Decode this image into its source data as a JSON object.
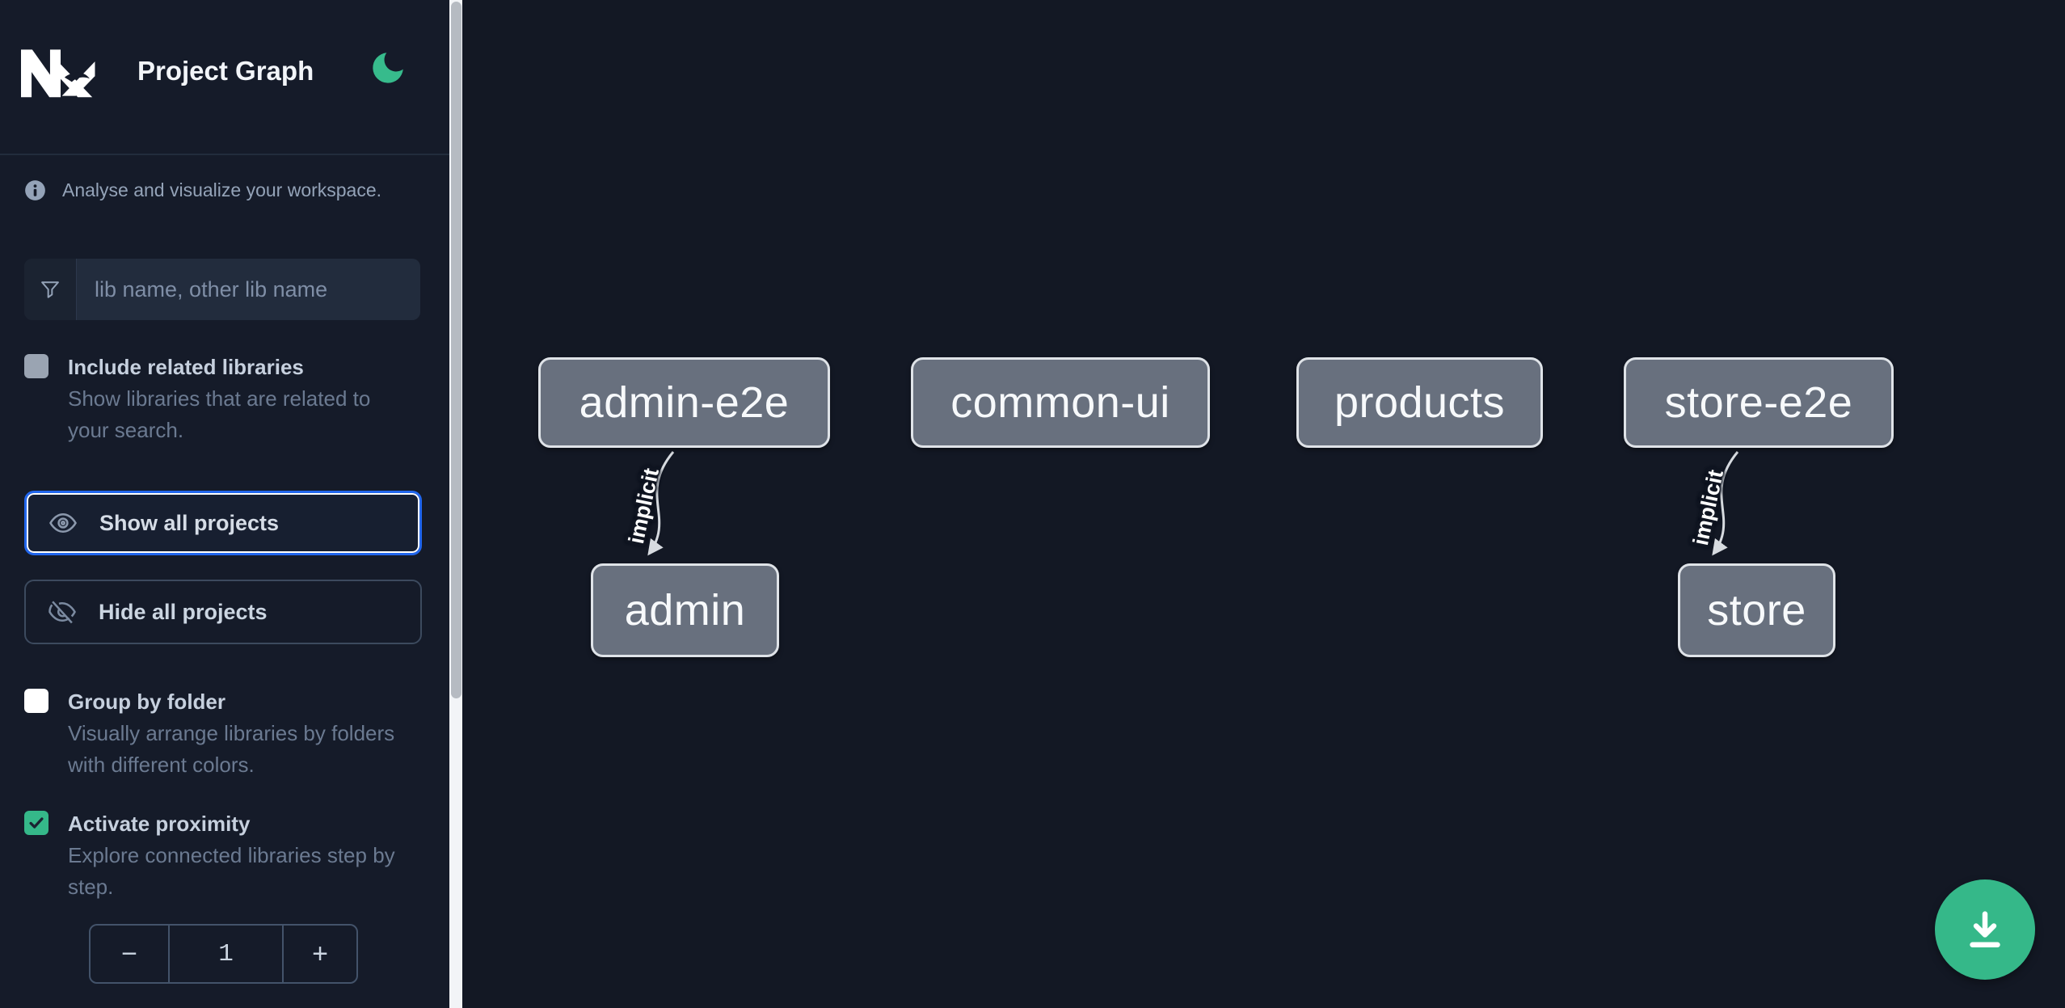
{
  "app": {
    "title": "Project Graph",
    "subtitle": "Analyse and visualize your workspace.",
    "accent_green": "#35b889",
    "focus_blue": "#2166ec"
  },
  "sidebar": {
    "search": {
      "placeholder": "lib name, other lib name"
    },
    "toggles": [
      {
        "label": "Include related libraries",
        "description": "Show libraries that are related to your search.",
        "checked": false
      },
      {
        "label": "Group by folder",
        "description": "Visually arrange libraries by folders with different colors.",
        "checked": false
      },
      {
        "label": "Activate proximity",
        "description": "Explore connected libraries step by step.",
        "checked": true
      }
    ],
    "buttons": {
      "show_all": "Show all projects",
      "hide_all": "Hide all projects"
    },
    "stepper": {
      "decrement": "−",
      "value": "1",
      "increment": "+"
    }
  },
  "graph": {
    "nodes": [
      {
        "label": "admin-e2e"
      },
      {
        "label": "common-ui"
      },
      {
        "label": "products"
      },
      {
        "label": "store-e2e"
      },
      {
        "label": "admin"
      },
      {
        "label": "store"
      }
    ],
    "edges": [
      {
        "from": "admin-e2e",
        "to": "admin",
        "label": "implicit"
      },
      {
        "from": "store-e2e",
        "to": "store",
        "label": "implicit"
      }
    ]
  }
}
